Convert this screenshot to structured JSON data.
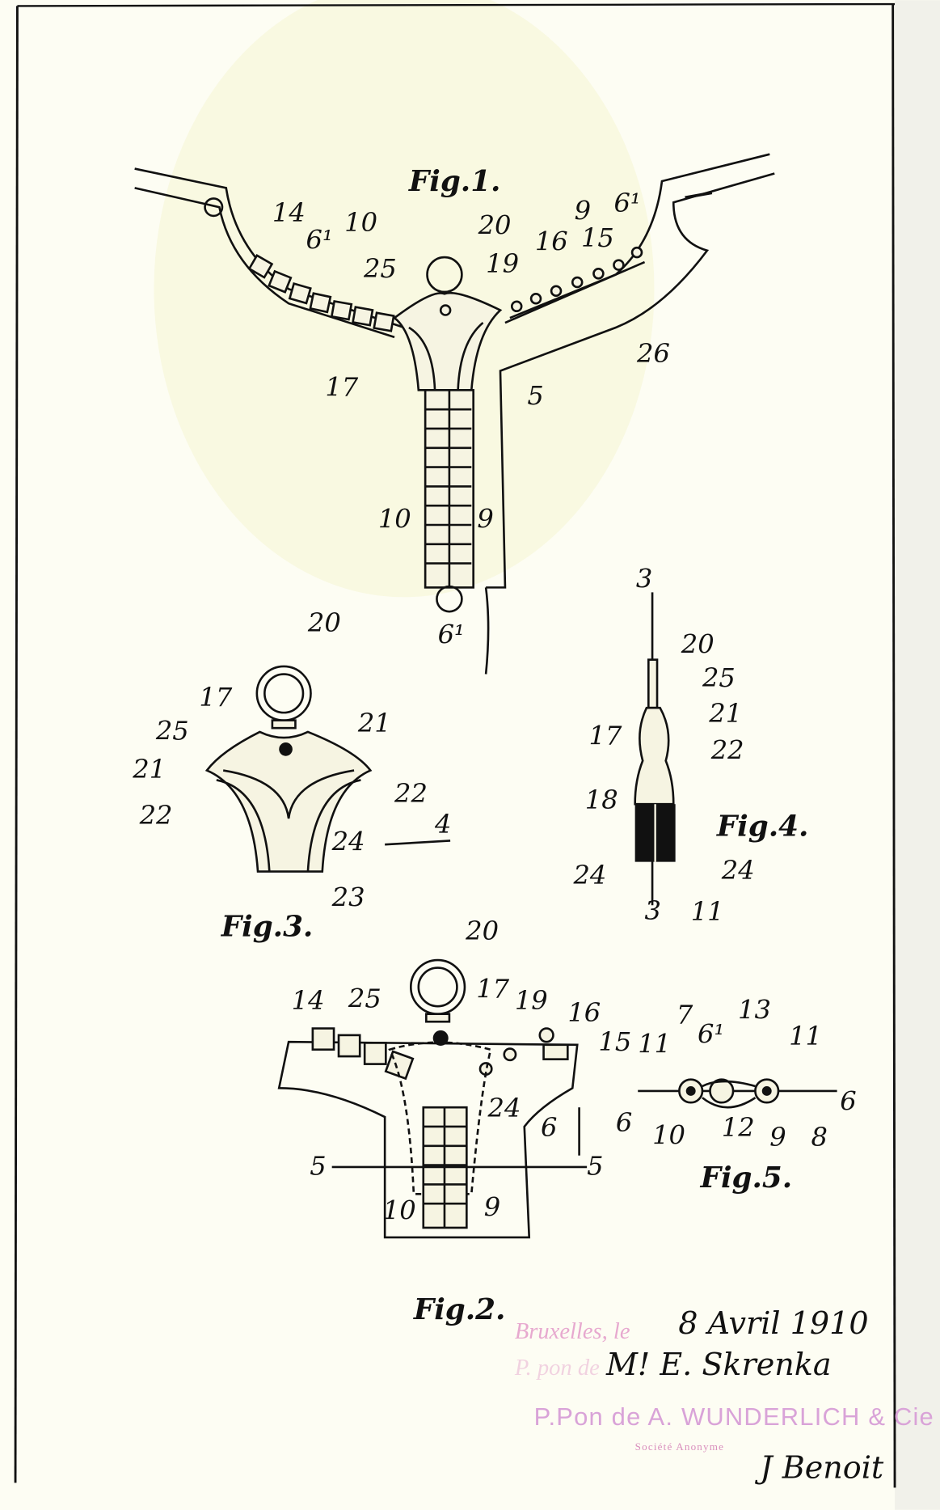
{
  "figures": {
    "fig1": {
      "title": "Fig.1.",
      "labels": [
        "14",
        "6¹",
        "10",
        "20",
        "25",
        "19",
        "16",
        "9",
        "15",
        "6¹",
        "26",
        "17",
        "5",
        "10",
        "9",
        "6¹"
      ]
    },
    "fig3": {
      "title": "Fig.3.",
      "labels": [
        "20",
        "17",
        "25",
        "21",
        "21",
        "22",
        "22",
        "4",
        "24",
        "23"
      ]
    },
    "fig4": {
      "title": "Fig.4.",
      "labels": [
        "3",
        "20",
        "25",
        "17",
        "21",
        "22",
        "18",
        "24",
        "24",
        "3",
        "11"
      ]
    },
    "fig2": {
      "title": "Fig.2.",
      "labels": [
        "20",
        "14",
        "25",
        "17",
        "19",
        "16",
        "15",
        "24",
        "6",
        "5",
        "5",
        "10",
        "9"
      ]
    },
    "fig5": {
      "title": "Fig.5.",
      "labels": [
        "7",
        "13",
        "6¹",
        "11",
        "11",
        "6",
        "6",
        "10",
        "12",
        "9",
        "8"
      ]
    }
  },
  "annotation": {
    "place_date_printed": "Bruxelles, le",
    "date_handwritten": "8 Avril 1910",
    "on_behalf_printed": "P. pon de",
    "applicant_handwritten": "M! E. Skrenka",
    "agent_stamp": "P.Pon de A. WUNDERLICH & Cie",
    "agent_stamp_sub": "Société Anonyme",
    "signature": "J Benoit"
  },
  "colors": {
    "paper": "#fdfdf3",
    "ink": "#111111",
    "stamp": "#d9a3d8"
  }
}
